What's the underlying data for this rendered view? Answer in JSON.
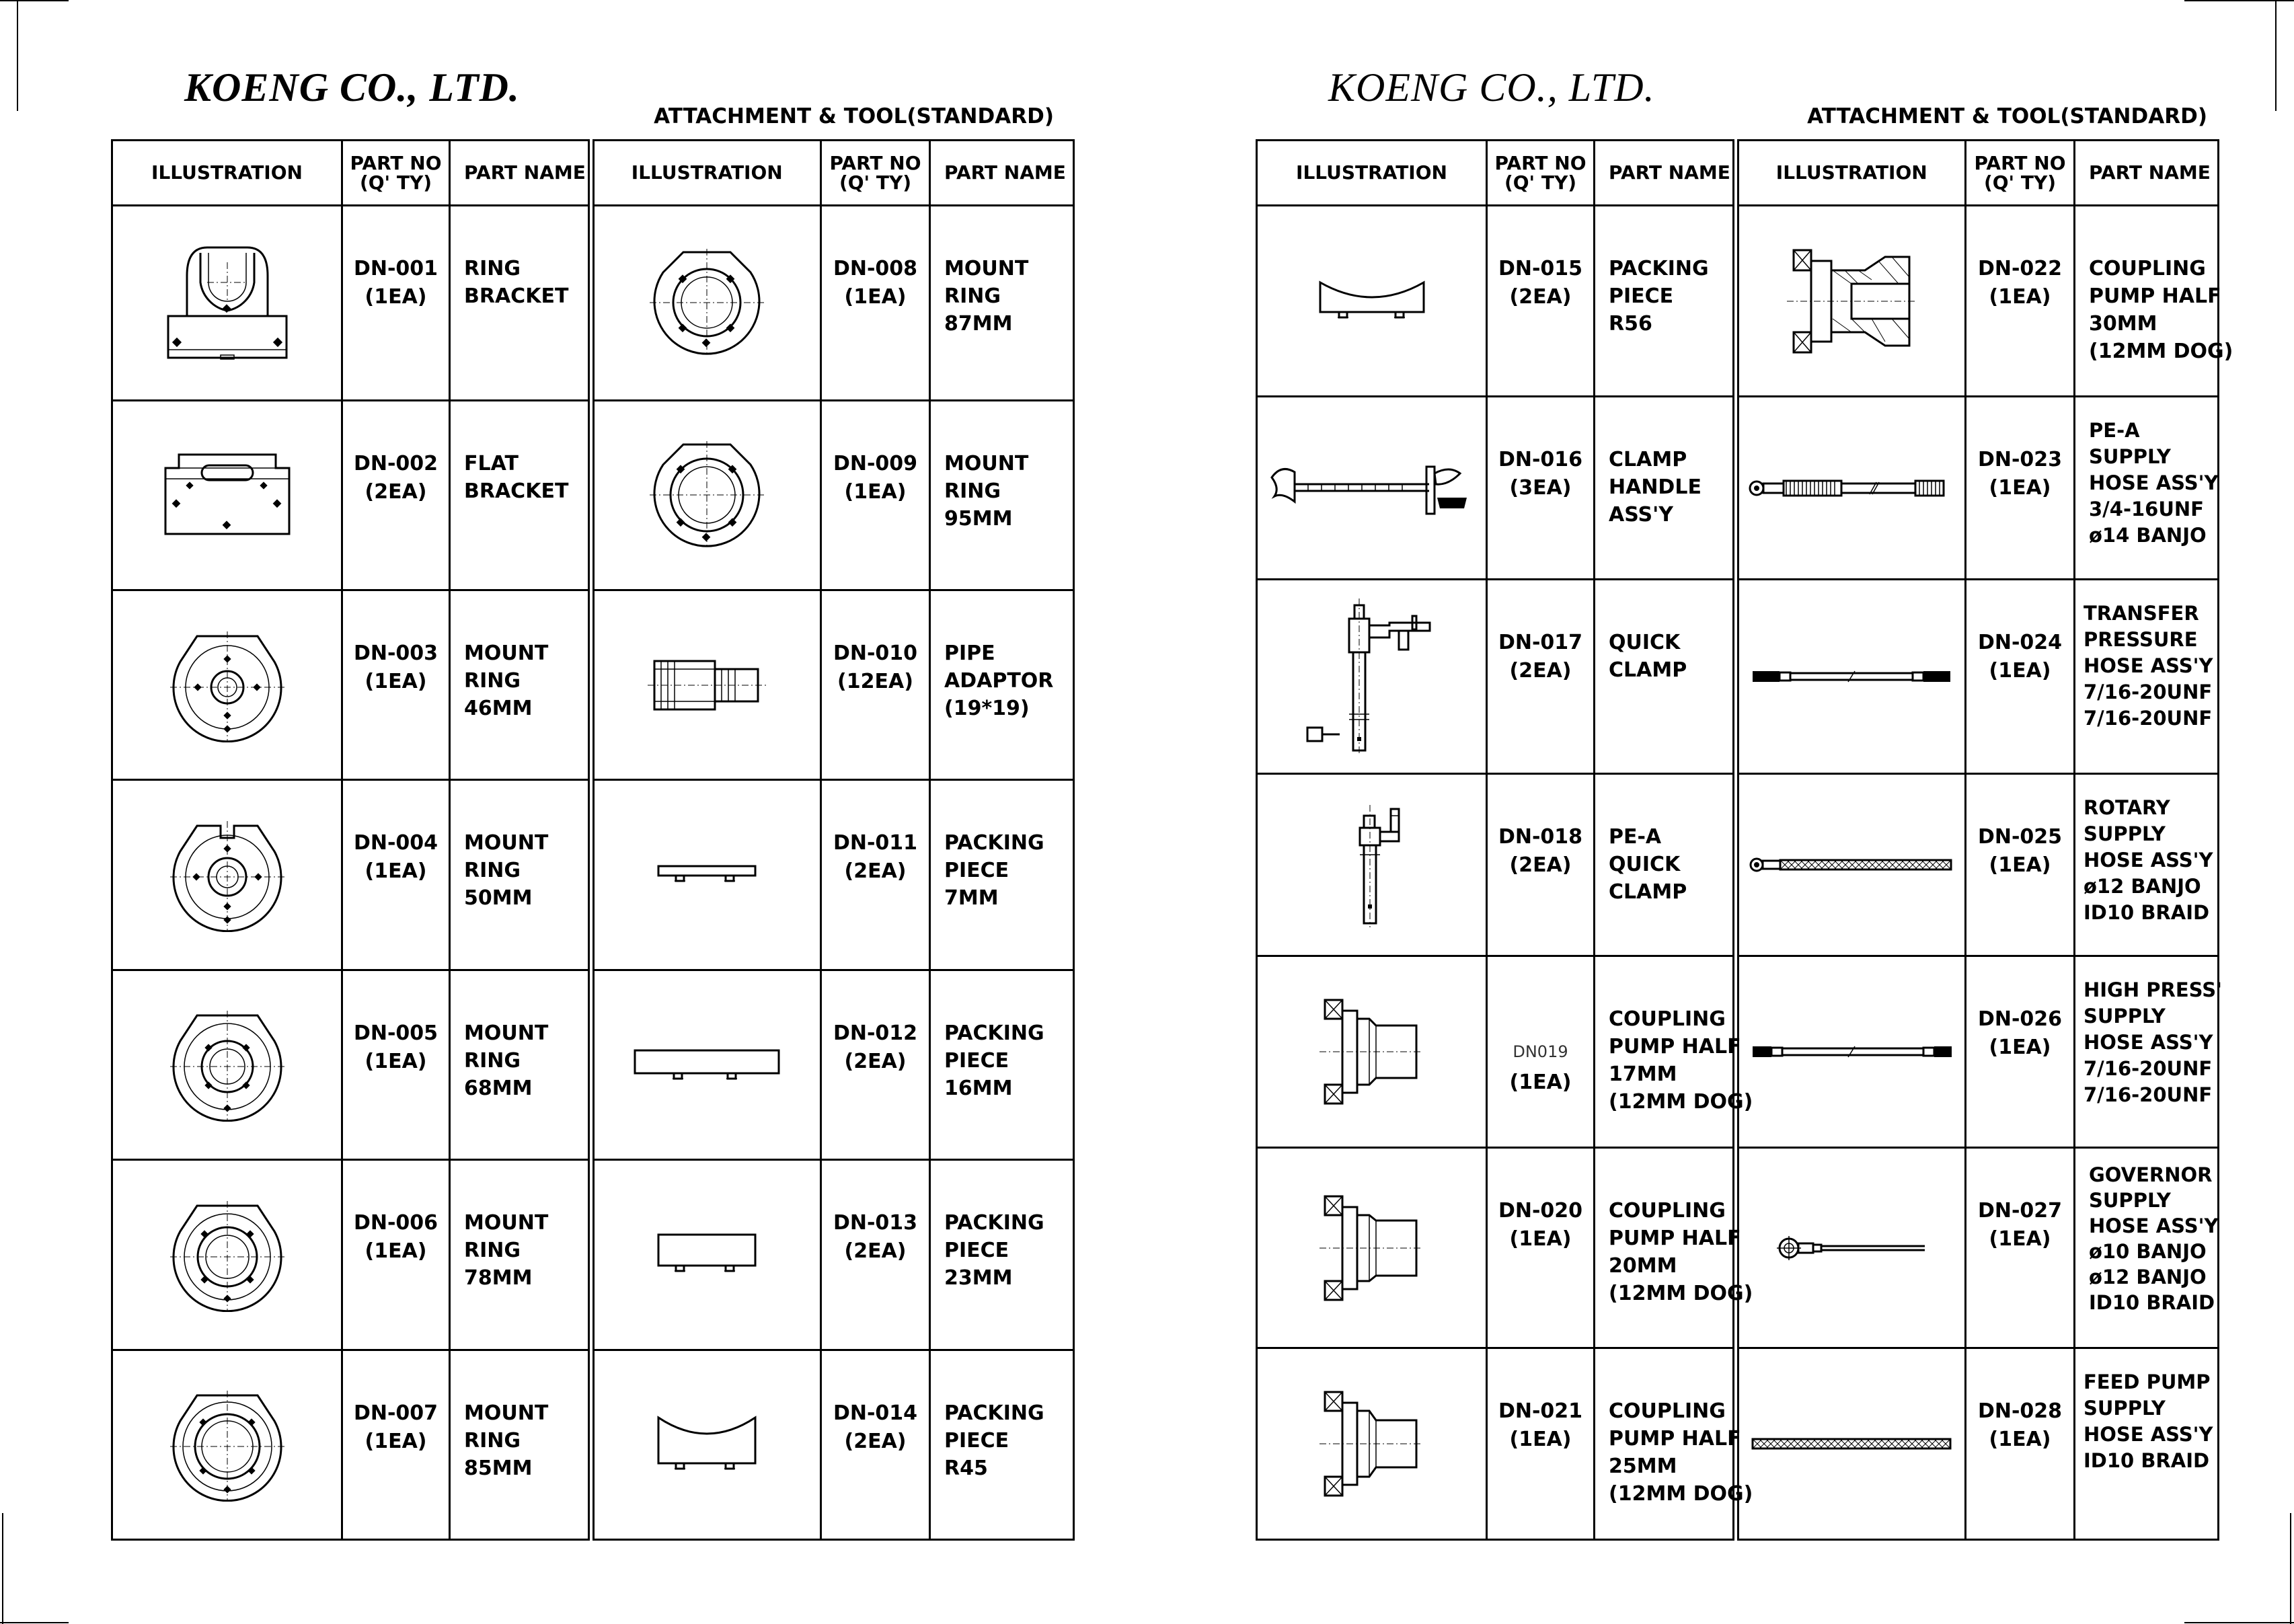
{
  "header": {
    "company_left": "KOENG CO., LTD.",
    "company_right": "KOENG CO., LTD.",
    "subtitle_left": "ATTACHMENT & TOOL(STANDARD)",
    "subtitle_right": "ATTACHMENT & TOOL(STANDARD)"
  },
  "columns": {
    "illustration": "ILLUSTRATION",
    "part_no": "PART NO\n(Q' TY)",
    "part_name": "PART NAME"
  },
  "parts": {
    "p1": {
      "no": "DN-001\n(1EA)",
      "name": [
        "RING",
        "BRACKET"
      ],
      "icon": "ring-bracket-icon"
    },
    "p2": {
      "no": "DN-002\n(2EA)",
      "name": [
        "FLAT",
        "BRACKET"
      ],
      "icon": "flat-bracket-icon"
    },
    "p3": {
      "no": "DN-003\n(1EA)",
      "name": [
        "MOUNT",
        "RING",
        "46MM"
      ],
      "icon": "mount-ring-icon"
    },
    "p4": {
      "no": "DN-004\n(1EA)",
      "name": [
        "MOUNT",
        "RING",
        "50MM"
      ],
      "icon": "mount-ring-keyed-icon"
    },
    "p5": {
      "no": "DN-005\n(1EA)",
      "name": [
        "MOUNT",
        "RING",
        "68MM"
      ],
      "icon": "mount-ring-icon"
    },
    "p6": {
      "no": "DN-006\n(1EA)",
      "name": [
        "MOUNT",
        "RING",
        "78MM"
      ],
      "icon": "mount-ring-icon"
    },
    "p7": {
      "no": "DN-007\n(1EA)",
      "name": [
        "MOUNT",
        "RING",
        "85MM"
      ],
      "icon": "mount-ring-icon"
    },
    "p8": {
      "no": "DN-008\n(1EA)",
      "name": [
        "MOUNT",
        "RING",
        "87MM"
      ],
      "icon": "mount-ring-icon"
    },
    "p9": {
      "no": "DN-009\n(1EA)",
      "name": [
        "MOUNT",
        "RING",
        "95MM"
      ],
      "icon": "mount-ring-icon"
    },
    "p10": {
      "no": "DN-010\n(12EA)",
      "name": [
        "PIPE",
        "ADAPTOR",
        "(19*19)"
      ],
      "icon": "pipe-adaptor-icon"
    },
    "p11": {
      "no": "DN-011\n(2EA)",
      "name": [
        "PACKING",
        "PIECE",
        "7MM"
      ],
      "icon": "packing-piece-icon"
    },
    "p12": {
      "no": "DN-012\n(2EA)",
      "name": [
        "PACKING",
        "PIECE",
        "16MM"
      ],
      "icon": "packing-piece-icon"
    },
    "p13": {
      "no": "DN-013\n(2EA)",
      "name": [
        "PACKING",
        "PIECE",
        "23MM"
      ],
      "icon": "packing-piece-icon"
    },
    "p14": {
      "no": "DN-014\n(2EA)",
      "name": [
        "PACKING",
        "PIECE",
        "R45"
      ],
      "icon": "packing-piece-curved-icon"
    },
    "p15": {
      "no": "DN-015\n(2EA)",
      "name": [
        "PACKING",
        "PIECE",
        "R56"
      ],
      "icon": "packing-piece-curved-icon"
    },
    "p16": {
      "no": "DN-016\n(3EA)",
      "name": [
        "CLAMP",
        "HANDLE",
        "ASS'Y"
      ],
      "icon": "clamp-handle-icon"
    },
    "p17": {
      "no": "DN-017\n(2EA)",
      "name": [
        "QUICK",
        "CLAMP"
      ],
      "icon": "quick-clamp-icon"
    },
    "p18": {
      "no": "DN-018\n(2EA)",
      "name": [
        "PE-A",
        "QUICK",
        "CLAMP"
      ],
      "icon": "quick-clamp-icon"
    },
    "p19": {
      "no": "DN019",
      "qty": "(1EA)",
      "name": [
        "COUPLING",
        "PUMP HALF",
        "17MM",
        "(12MM DOG)"
      ],
      "icon": "coupling-icon"
    },
    "p20": {
      "no": "DN-020\n(1EA)",
      "name": [
        "COUPLING",
        "PUMP HALF",
        "20MM",
        "(12MM DOG)"
      ],
      "icon": "coupling-icon"
    },
    "p21": {
      "no": "DN-021\n(1EA)",
      "name": [
        "COUPLING",
        "PUMP HALF",
        "25MM",
        "(12MM DOG)"
      ],
      "icon": "coupling-icon"
    },
    "p22": {
      "no": "DN-022\n(1EA)",
      "name": [
        "COUPLING",
        "PUMP HALF",
        "30MM",
        "(12MM DOG)"
      ],
      "icon": "coupling-section-icon"
    },
    "p23": {
      "no": "DN-023\n(1EA)",
      "name": [
        "PE-A",
        "SUPPLY",
        "HOSE ASS'Y",
        "3/4-16UNF",
        "ø14 BANJO"
      ],
      "icon": "hose-icon"
    },
    "p24": {
      "no": "DN-024\n(1EA)",
      "name": [
        "TRANSFER",
        "PRESSURE",
        "HOSE ASS'Y",
        "7/16-20UNF",
        "7/16-20UNF"
      ],
      "icon": "hose-icon"
    },
    "p25": {
      "no": "DN-025\n(1EA)",
      "name": [
        "ROTARY",
        "SUPPLY",
        "HOSE ASS'Y",
        "ø12 BANJO",
        "ID10 BRAID"
      ],
      "icon": "braided-hose-icon"
    },
    "p26": {
      "no": "DN-026\n(1EA)",
      "name": [
        "HIGH PRESS'",
        "SUPPLY",
        "HOSE ASS'Y",
        "7/16-20UNF",
        "7/16-20UNF"
      ],
      "icon": "hose-icon"
    },
    "p27": {
      "no": "DN-027\n(1EA)",
      "name": [
        "GOVERNOR",
        "SUPPLY",
        "HOSE ASS'Y",
        "ø10 BANJO",
        "ø12 BANJO",
        "ID10 BRAID"
      ],
      "icon": "banjo-hose-icon"
    },
    "p28": {
      "no": "DN-028\n(1EA)",
      "name": [
        "FEED PUMP",
        "SUPPLY",
        "HOSE ASS'Y",
        "ID10 BRAID"
      ],
      "icon": "braided-hose-icon"
    }
  }
}
